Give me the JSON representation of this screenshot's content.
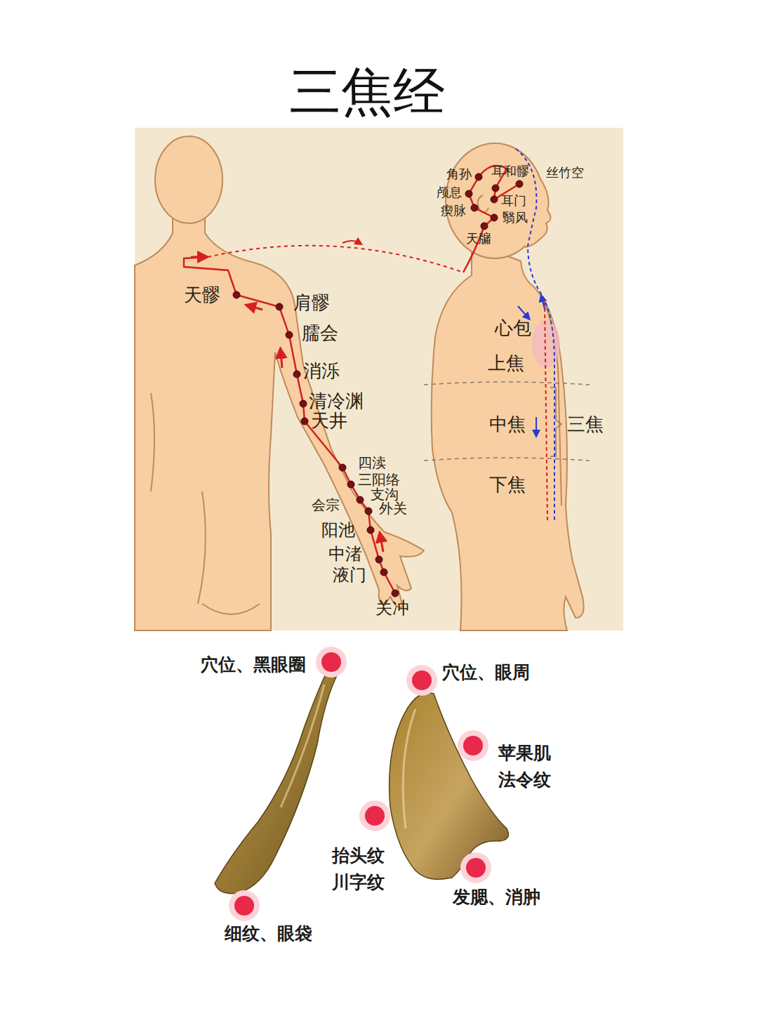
{
  "diagram": {
    "title": "三焦经",
    "labels": [
      "天髎",
      "肩髎",
      "臑会",
      "消泺",
      "清冷渊",
      "天井",
      "四渎",
      "三阳络",
      "支沟",
      "外关",
      "会宗",
      "阳池",
      "中渚",
      "液门",
      "关冲",
      "角孙",
      "耳和髎",
      "丝竹空",
      "颅息",
      "耳门",
      "瘈脉",
      "翳风",
      "天牖",
      "心包",
      "上焦",
      "中焦",
      "三焦",
      "下焦",
      "穴位、黑眼圈",
      "穴位、眼周",
      "苹果肌 法令纹",
      "抬头纹 川字纹",
      "细纹、眼袋",
      "发腮、消肿"
    ]
  }
}
